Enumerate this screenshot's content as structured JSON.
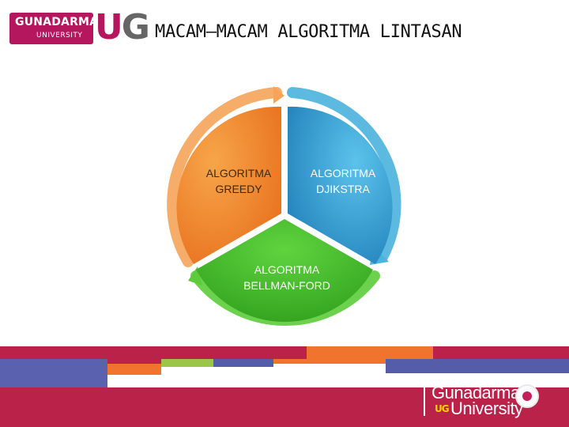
{
  "header": {
    "logo_line1": "GUNADARMA",
    "logo_line2": "UNIVERSITY",
    "logo_letters_u": "U",
    "logo_letters_g": "G",
    "title": "MACAM–MACAM ALGORITMA LINTASAN"
  },
  "diagram": {
    "segments": [
      {
        "line1": "ALGORITMA",
        "line2": "GREEDY",
        "color": "#f08a2e"
      },
      {
        "line1": "ALGORITMA",
        "line2": "DJIKSTRA",
        "color": "#2aa0d8"
      },
      {
        "line1": "ALGORITMA",
        "line2": "BELLMAN-FORD",
        "color": "#48c02e"
      }
    ]
  },
  "footer": {
    "brand_line1": "Gunadarma",
    "brand_line2": "University",
    "brand_mini": "UG",
    "colors": [
      "#bb2249",
      "#f0742e",
      "#5a62b0",
      "#9cc64a",
      "#555ca8"
    ]
  }
}
